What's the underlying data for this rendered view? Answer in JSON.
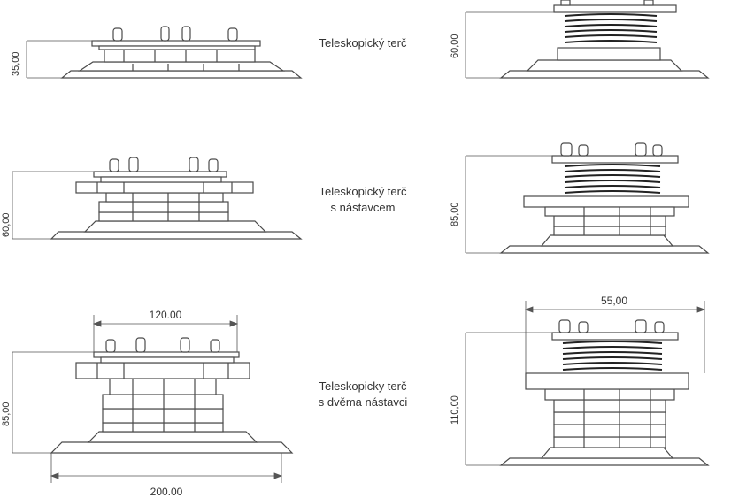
{
  "captions": {
    "row1": "Teleskopický terč",
    "row2_line1": "Teleskopický terč",
    "row2_line2": "s nástavcem",
    "row3_line1": "Teleskopicky terč",
    "row3_line2": "s dvěma nástavci"
  },
  "dimensions": {
    "left_row1_height": "35,00",
    "right_row1_height": "60,00",
    "left_row2_height": "60,00",
    "right_row2_height": "85,00",
    "left_row3_height": "85,00",
    "right_row3_height": "110,00",
    "top_plate_width": "120.00",
    "base_width": "200.00",
    "right_top_width": "55,00"
  },
  "colors": {
    "line": "#4a4a4a",
    "dim_line": "#555555",
    "spring": "#222222",
    "text": "#333333"
  }
}
